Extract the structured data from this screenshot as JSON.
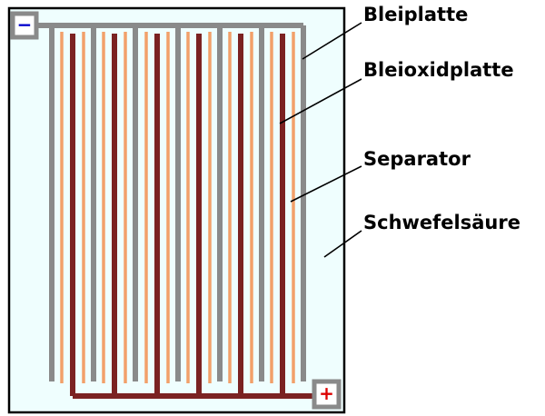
{
  "labels": {
    "lead_plate": "Bleiplatte",
    "lead_oxide_plate": "Bleioxidplatte",
    "separator": "Separator",
    "sulfuric_acid": "Schwefelsäure"
  },
  "terminals": {
    "negative": {
      "symbol": "−",
      "color": "#0000cc"
    },
    "positive": {
      "symbol": "+",
      "color": "#dd0000"
    }
  },
  "colors": {
    "electrolyte": "#effefe",
    "lead_plate": "#8a8a8a",
    "lead_oxide_plate": "#7b2222",
    "separator": "#f2a06a",
    "container_border": "#000000"
  },
  "plate_counts": {
    "lead_plates": 7,
    "lead_oxide_plates": 6
  }
}
